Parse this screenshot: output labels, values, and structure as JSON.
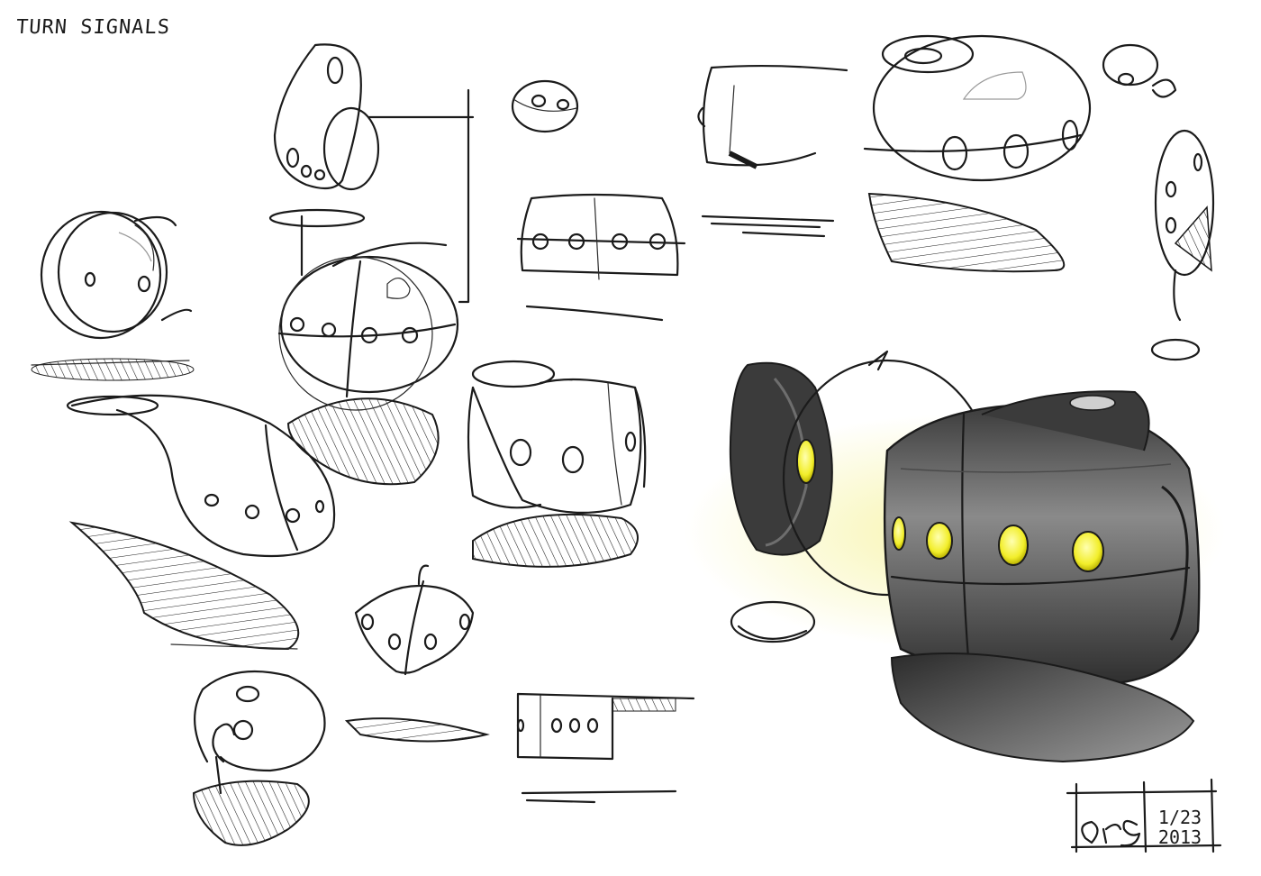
{
  "sketch": {
    "title": "TURN SIGNALS",
    "date_line1": "1/23",
    "date_line2": "2013"
  },
  "colors": {
    "ink": "#1b1b1b",
    "shade_dark": "#3a3a3a",
    "shade_mid": "#6e6e6e",
    "light_yellow": "#f2ee2a",
    "glow": "#f6f3a0"
  }
}
